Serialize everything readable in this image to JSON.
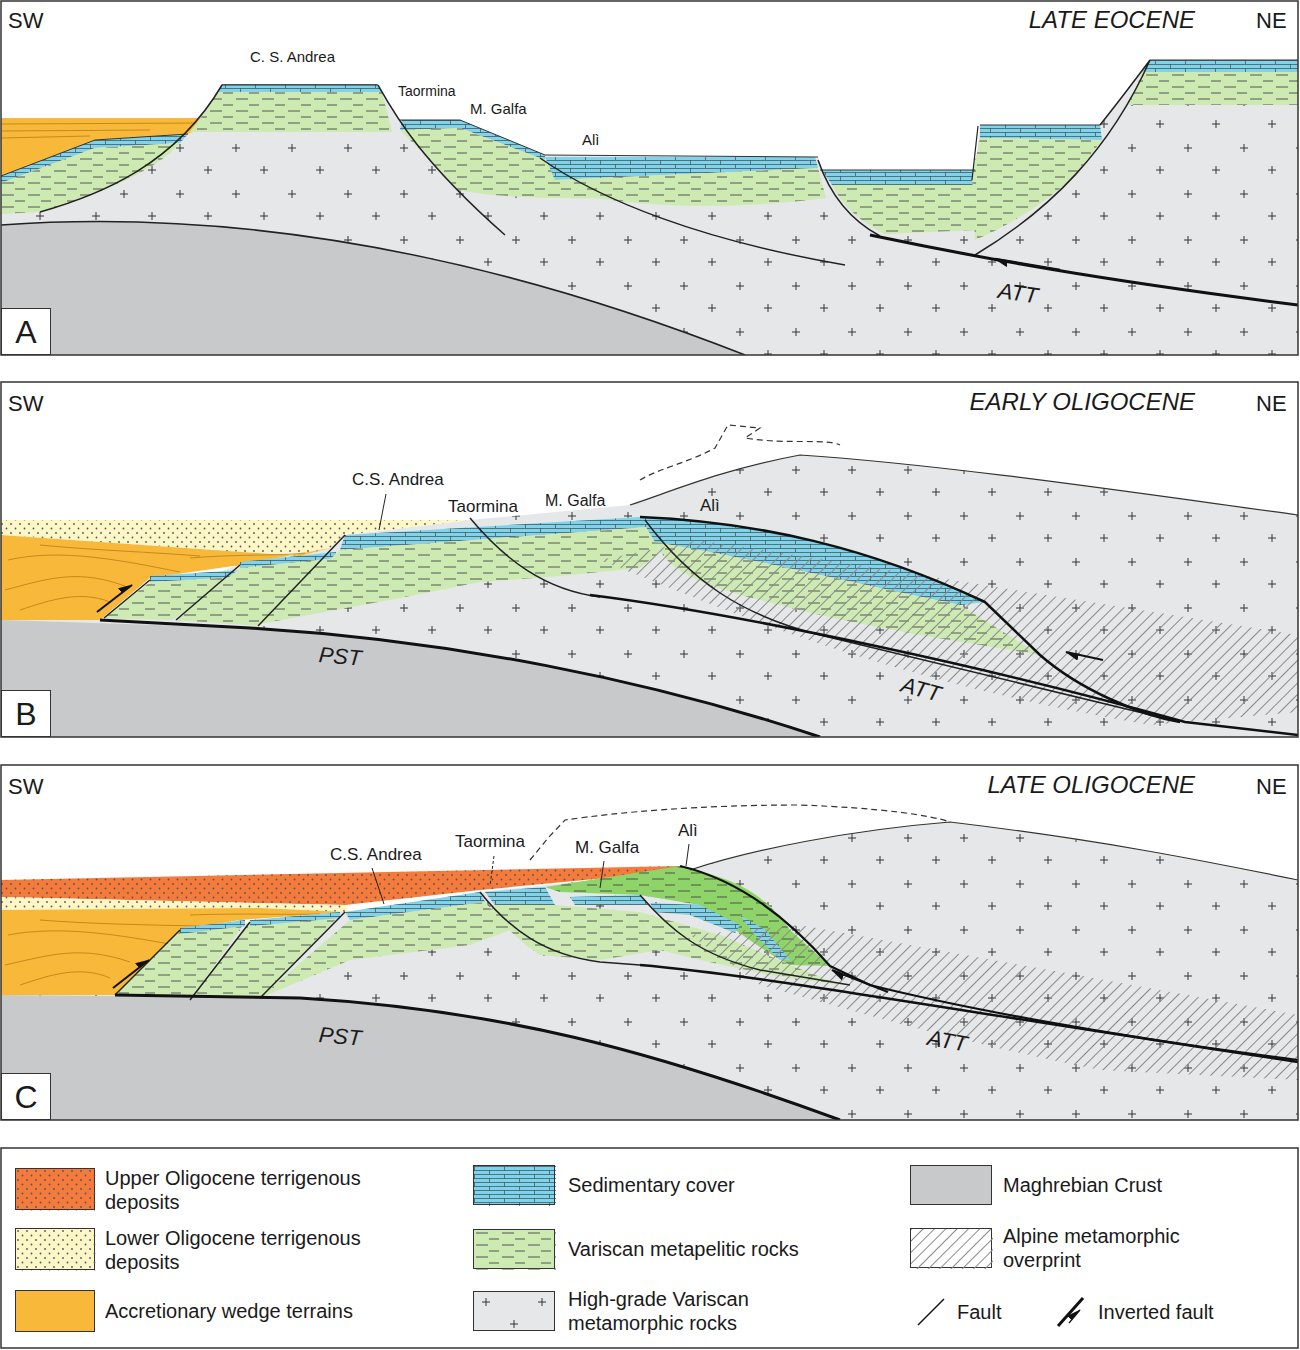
{
  "diagram": {
    "nodes": [
      {
        "text": [
          "A"
        ]
      },
      {
        "text": [
          "B"
        ]
      },
      {
        "text": [
          "C"
        ]
      }
    ],
    "labels": [
      "SW",
      "LATE EOCENE",
      "NE",
      "C. S. Andrea",
      "Taormina",
      "M. Galfa",
      "Alì",
      "ATT",
      "SW",
      "EARLY OLIGOCENE",
      "NE",
      "C.S. Andrea",
      "Taormina",
      "M. Galfa",
      "Alì",
      "PST",
      "ATT",
      "SW",
      "LATE OLIGOCENE",
      "NE",
      "C.S. Andrea",
      "Taormina",
      "M. Galfa",
      "Alì",
      "PST",
      "ATT"
    ],
    "legend": [
      {
        "text": "Upper Oligocene terrigenous deposits",
        "color": "#f47b3c"
      },
      {
        "text": "Sedimentary cover",
        "color": "#7fd3ea"
      },
      {
        "text": "Maghrebian Crust",
        "color": "#c8c9cb"
      },
      {
        "text": "Lower Oligocene terrigenous deposits",
        "color": "#fdf7c8"
      },
      {
        "text": "Variscan metapelitic rocks",
        "color": "#cdeab3"
      },
      {
        "text": "Alpine metamorphic overprint"
      },
      {
        "text": "Accretionary wedge terrains",
        "color": "#f8b83a"
      },
      {
        "text": "High-grade Variscan metamorphic rocks",
        "color": "#e5e7e9"
      },
      {
        "text": "Fault"
      },
      {
        "text": "Inverted fault"
      }
    ]
  }
}
